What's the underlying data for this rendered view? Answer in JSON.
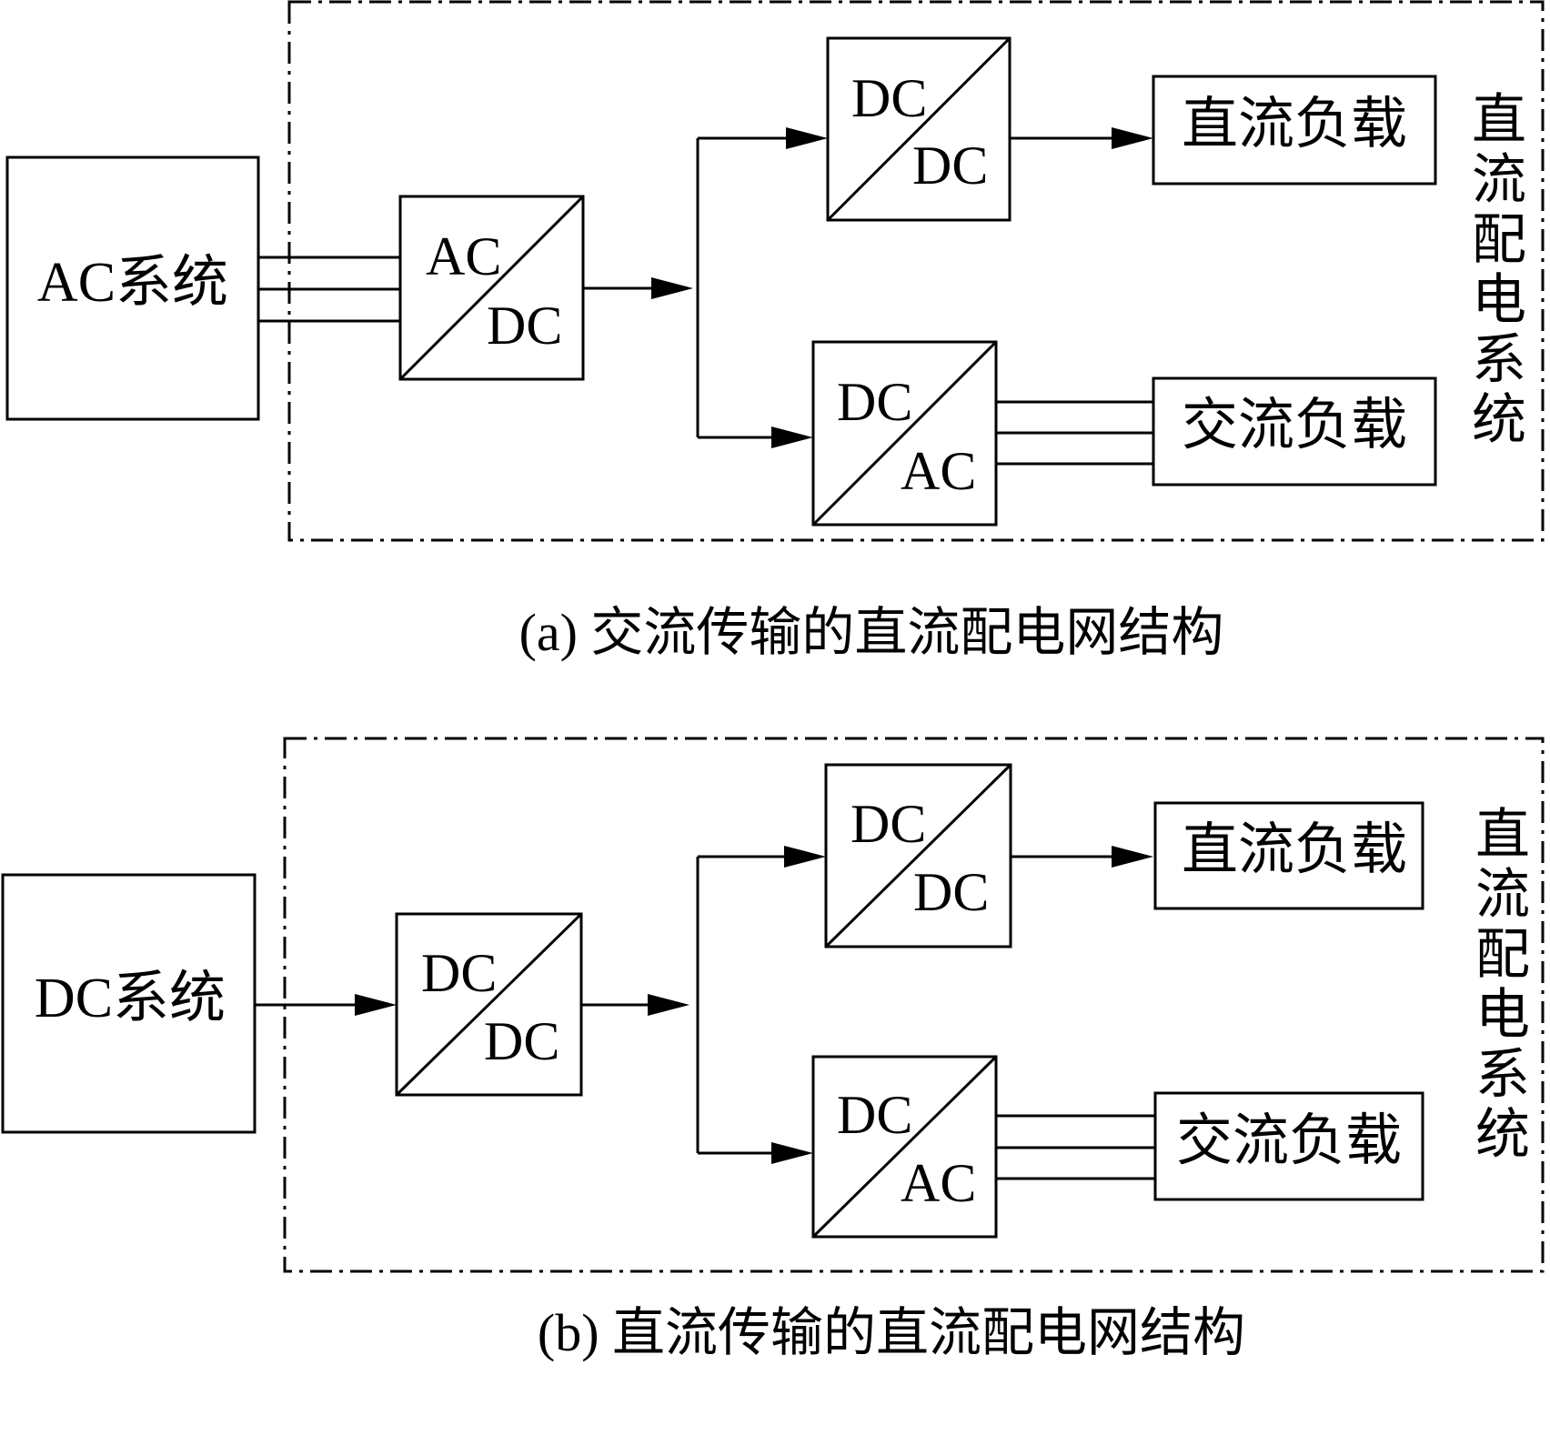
{
  "panel_a": {
    "source": "AC系统",
    "main_converter": {
      "top": "AC",
      "bottom": "DC"
    },
    "dc_converter": {
      "top": "DC",
      "bottom": "DC"
    },
    "ac_converter": {
      "top": "DC",
      "bottom": "AC"
    },
    "dc_load": "直流负载",
    "ac_load": "交流负载",
    "boundary_label": [
      "直",
      "流",
      "配",
      "电",
      "系",
      "统"
    ],
    "caption": "(a) 交流传输的直流配电网结构"
  },
  "panel_b": {
    "source": "DC系统",
    "main_converter": {
      "top": "DC",
      "bottom": "DC"
    },
    "dc_converter": {
      "top": "DC",
      "bottom": "DC"
    },
    "ac_converter": {
      "top": "DC",
      "bottom": "AC"
    },
    "dc_load": "直流负载",
    "ac_load": "交流负载",
    "boundary_label": [
      "直",
      "流",
      "配",
      "电",
      "系",
      "统"
    ],
    "caption": "(b) 直流传输的直流配电网结构"
  }
}
